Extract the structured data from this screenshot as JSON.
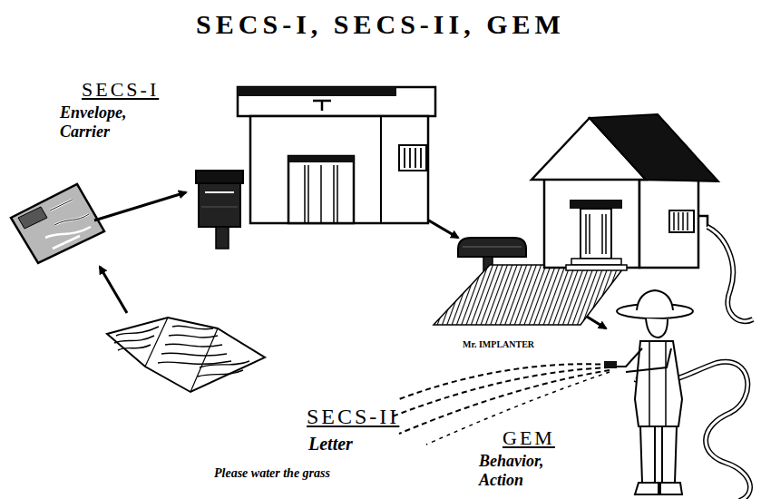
{
  "diagram": {
    "title": "SECS-I, SECS-II, GEM",
    "labels": [
      "SECS-I",
      "Envelope, Carrier",
      "SECS-II",
      "Letter",
      "Please water the grass",
      "Mr. IMPLANTER",
      "GEM",
      "Behavior, Action"
    ]
  }
}
